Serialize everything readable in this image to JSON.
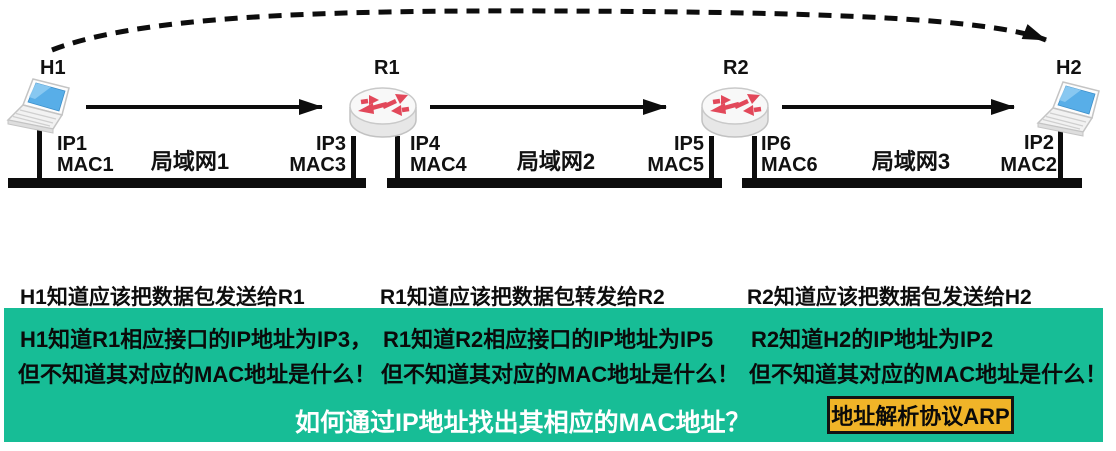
{
  "colors": {
    "green": "#17BD96",
    "yellow": "#F0B428",
    "red": "#E2485A",
    "blue": "#58AEE8"
  },
  "diagram": {
    "node_labels": {
      "h1": "H1",
      "r1": "R1",
      "r2": "R2",
      "h2": "H2"
    },
    "lan1": {
      "name": "局域网1",
      "left_ip": "IP1",
      "left_mac": "MAC1",
      "right_ip": "IP3",
      "right_mac": "MAC3"
    },
    "lan2": {
      "name": "局域网2",
      "left_ip": "IP4",
      "left_mac": "MAC4",
      "right_ip": "IP5",
      "right_mac": "MAC5"
    },
    "lan3": {
      "name": "局域网3",
      "left_ip": "IP6",
      "left_mac": "MAC6",
      "right_ip": "IP2",
      "right_mac": "MAC2"
    }
  },
  "notes": {
    "columns": [
      {
        "white_line": "H1知道应该把数据包发送给R1",
        "green_line1": "H1知道R1相应接口的IP地址为IP3，",
        "green_line2": "但不知道其对应的MAC地址是什么！"
      },
      {
        "white_line": "R1知道应该把数据包转发给R2",
        "green_line1": "R1知道R2相应接口的IP地址为IP5",
        "green_line2": "但不知道其对应的MAC地址是什么！"
      },
      {
        "white_line": "R2知道应该把数据包发送给H2",
        "green_line1": "R2知道H2的IP地址为IP2",
        "green_line2": "但不知道其对应的MAC地址是什么！"
      }
    ],
    "question": "如何通过IP地址找出其相应的MAC地址？",
    "arp_badge": "地址解析协议ARP"
  }
}
